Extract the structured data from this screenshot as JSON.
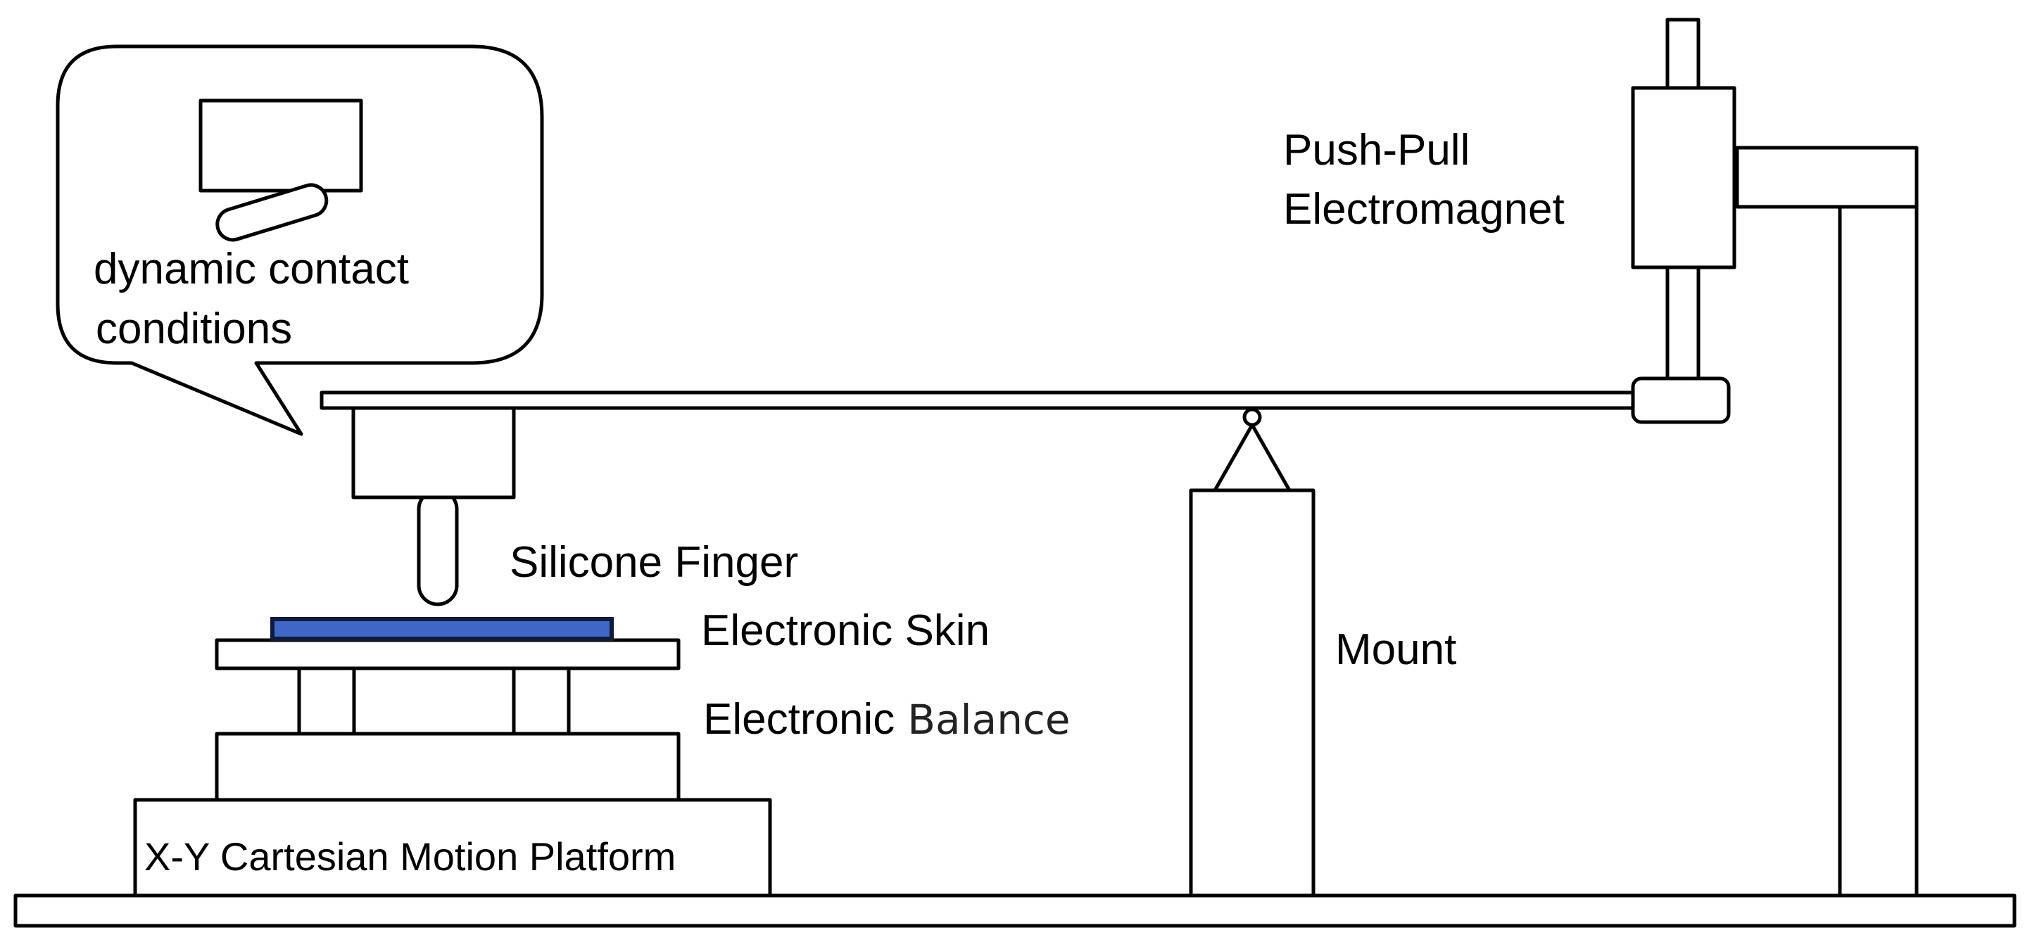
{
  "labels": {
    "bubble_line1": "dynamic contact",
    "bubble_line2": "conditions",
    "electromagnet_line1": "Push-Pull",
    "electromagnet_line2": "Electromagnet",
    "finger": "Silicone Finger",
    "skin": "Electronic Skin",
    "balance_main": "Electronic",
    "balance_suffix": "Balance",
    "mount": "Mount",
    "platform": "X-Y Cartesian Motion Platform"
  },
  "colors": {
    "line": "#000000",
    "background": "#ffffff",
    "skin_fill": "#3f67c8",
    "skin_border": "#101a3a"
  }
}
